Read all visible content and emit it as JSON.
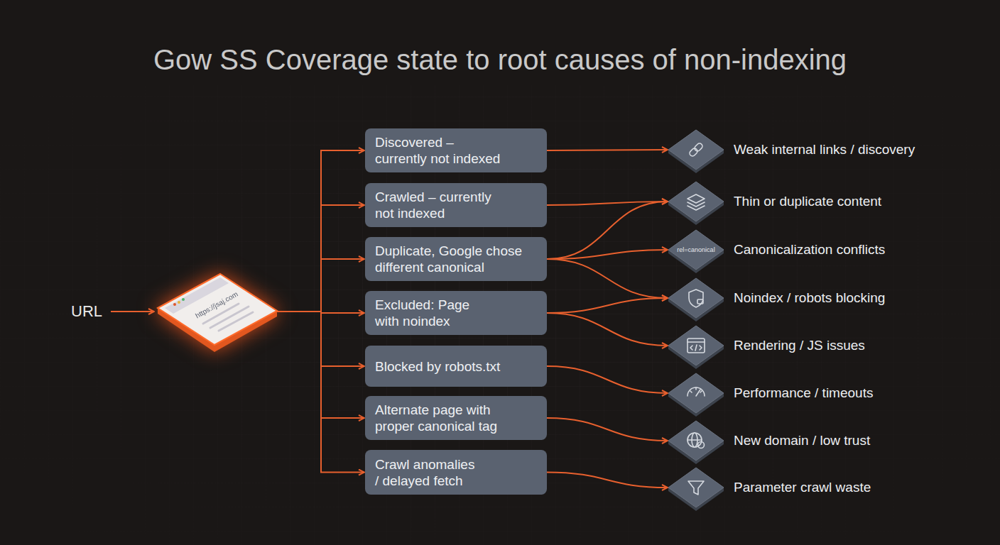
{
  "diagram": {
    "title": "Gow SS Coverage state to root causes of non-indexing",
    "nodes": [
      {
        "text": [
          "URL"
        ]
      },
      {
        "text": [
          "https://jsaj.com"
        ]
      },
      {
        "text": [
          "Discovered – currently not indexed"
        ]
      },
      {
        "text": [
          "Crawled – currently not indexed"
        ]
      },
      {
        "text": [
          "Duplicate, Google chose different canonical"
        ]
      },
      {
        "text": [
          "Excluded: Page with noindex"
        ]
      },
      {
        "text": [
          "Blocked by robots.txt"
        ]
      },
      {
        "text": [
          "Alternate page with proper canonical tag"
        ]
      },
      {
        "text": [
          "Crawl anomalies / delayed fetch"
        ]
      },
      {
        "text": [
          "Weak internal links / discovery"
        ]
      },
      {
        "text": [
          "Thin or duplicate content"
        ]
      },
      {
        "text": [
          "rel=canonical",
          "Canonicalization conflicts"
        ]
      },
      {
        "text": [
          "Noindex / robots blocking"
        ]
      },
      {
        "text": [
          "Rendering / JS issues"
        ]
      },
      {
        "text": [
          "Performance / timeouts"
        ]
      },
      {
        "text": [
          "New domain / low trust"
        ]
      },
      {
        "text": [
          "Parameter crawl waste"
        ]
      }
    ],
    "edges": [
      {
        "from": 0,
        "to": 1,
        "arrow": "to"
      },
      {
        "from": 1,
        "to": 2,
        "arrow": "to"
      },
      {
        "from": 1,
        "to": 3,
        "arrow": "to"
      },
      {
        "from": 1,
        "to": 4,
        "arrow": "to"
      },
      {
        "from": 1,
        "to": 5,
        "arrow": "to"
      },
      {
        "from": 1,
        "to": 6,
        "arrow": "to"
      },
      {
        "from": 1,
        "to": 7,
        "arrow": "to"
      },
      {
        "from": 1,
        "to": 8,
        "arrow": "to"
      },
      {
        "from": 2,
        "to": 9,
        "arrow": "to"
      },
      {
        "from": 3,
        "to": 10,
        "arrow": "to"
      },
      {
        "from": 4,
        "to": 10,
        "arrow": "to"
      },
      {
        "from": 4,
        "to": 11,
        "arrow": "to"
      },
      {
        "from": 4,
        "to": 12,
        "arrow": "to"
      },
      {
        "from": 5,
        "to": 12,
        "arrow": "to"
      },
      {
        "from": 5,
        "to": 13,
        "arrow": "to"
      },
      {
        "from": 6,
        "to": 14,
        "arrow": "to"
      },
      {
        "from": 7,
        "to": 15,
        "arrow": "to"
      },
      {
        "from": 8,
        "to": 16,
        "arrow": "to"
      }
    ]
  }
}
